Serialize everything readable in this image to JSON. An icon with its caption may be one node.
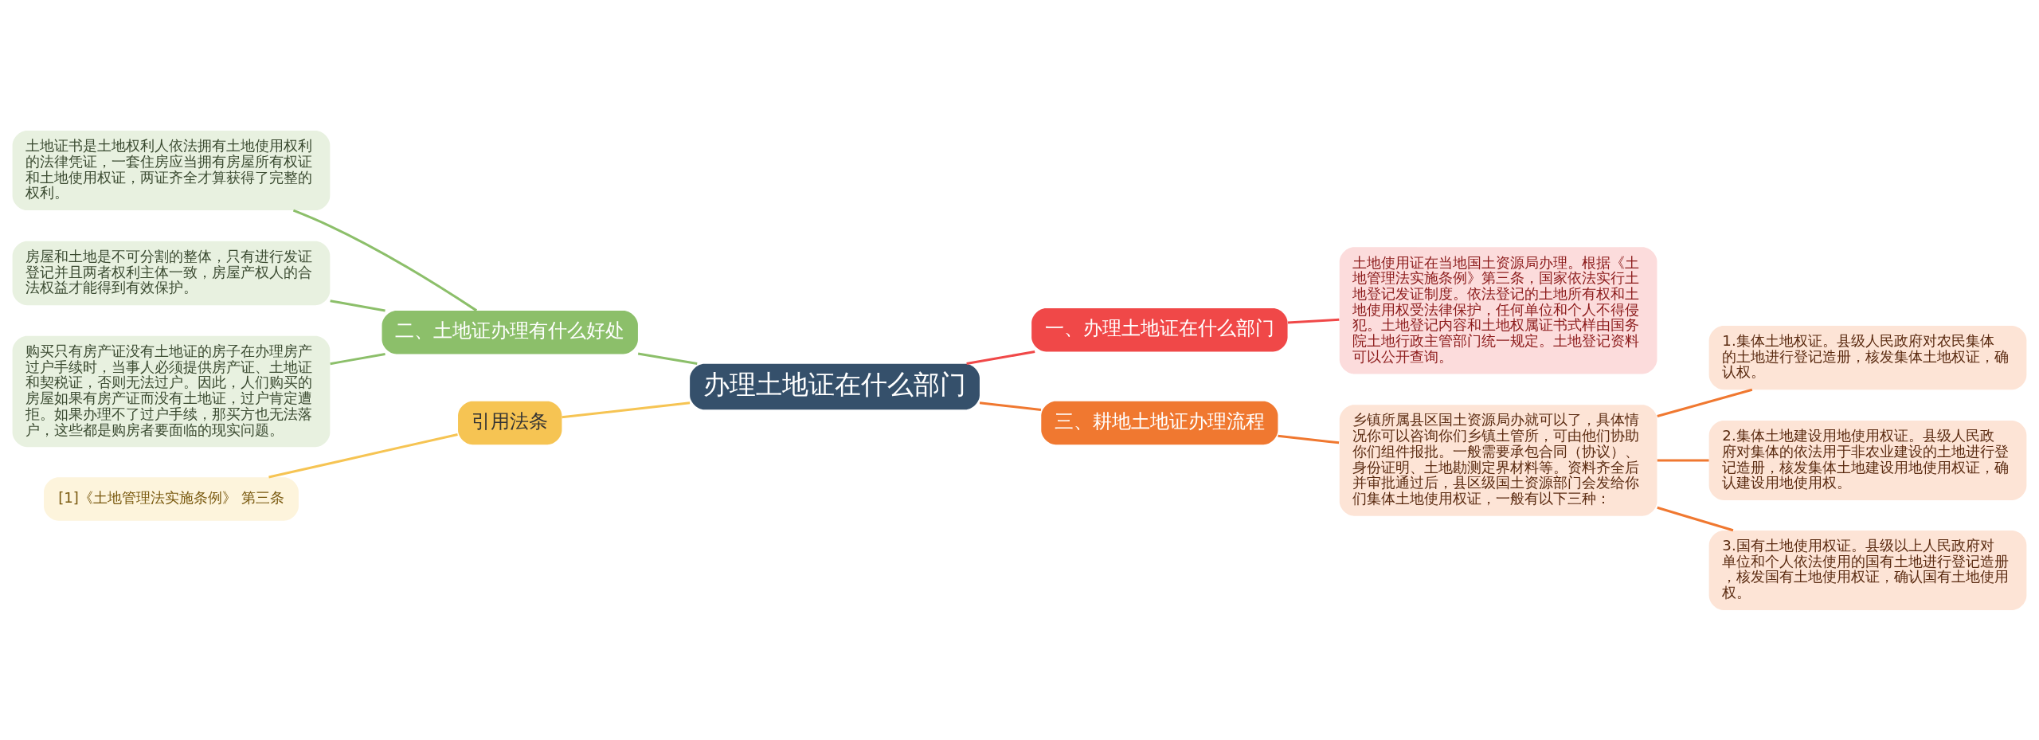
{
  "diagram": {
    "nodes": [
      {
        "text": [
          "办理土地证在什么部门"
        ]
      },
      {
        "text": [
          "一、办理土地证在什么部门"
        ]
      },
      {
        "text": [
          "土地使用证在当地国土资源局办理。根据《土地管理法实施条例》第三条，国家依法实行土地登记发证制度。依法登记的土地所有权和土地使用权受法律保护，任何单位和个人不得侵犯。土地登记内容和土地权属证书式样由国务院土地行政主管部门统一规定。土地登记资料可以公开查询。"
        ]
      },
      {
        "text": [
          "三、耕地土地证办理流程"
        ]
      },
      {
        "text": [
          "乡镇所属县区国土资源局办就可以了，具体情况你可以咨询你们乡镇土管所，可由他们协助你们组件报批。一般需要承包合同（协议）、身份证明、土地勘测定界材料等。资料齐全后并审批通过后，县区级国土资源部门会发给你们集体土地使用权证，一般有以下三种："
        ]
      },
      {
        "text": [
          "1.集体土地权证。县级人民政府对农民集体的土地进行登记造册，核发集体土地权证，确认权。"
        ]
      },
      {
        "text": [
          "2.集体土地建设用地使用权证。县级人民政府对集体的依法用于非农业建设的土地进行登记造册，核发集体土地建设用地使用权证，确认建设用地使用权。"
        ]
      },
      {
        "text": [
          "3.国有土地使用权证。县级以上人民政府对单位和个人依法使用的国有土地进行登记造册，核发国有土地使用权证，确认国有土地使用权。"
        ]
      },
      {
        "text": [
          "二、土地证办理有什么好处"
        ]
      },
      {
        "text": [
          "土地证书是土地权利人依法拥有土地使用权利的法律凭证，一套住房应当拥有房屋所有权证和土地使用权证，两证齐全才算获得了完整的权利。"
        ]
      },
      {
        "text": [
          "房屋和土地是不可分割的整体，只有进行发证登记并且两者权利主体一致，房屋产权人的合法权益才能得到有效保护。"
        ]
      },
      {
        "text": [
          "购买只有房产证没有土地证的房子在办理房产过户手续时，当事人必须提供房产证、土地证和契税证，否则无法过户。因此，人们购买的房屋如果有房产证而没有土地证，过户肯定遭拒。如果办理不了过户手续，那买方也无法落户，这些都是购房者要面临的现实问题。"
        ]
      },
      {
        "text": [
          "引用法条"
        ]
      },
      {
        "text": [
          "[1]《土地管理法实施条例》 第三条"
        ]
      }
    ],
    "edges": [
      {
        "from": 0,
        "to": 1,
        "arrow": "none",
        "color": "#f04848"
      },
      {
        "from": 1,
        "to": 2,
        "arrow": "none",
        "color": "#f04848"
      },
      {
        "from": 0,
        "to": 3,
        "arrow": "none"
      },
      {
        "from": 3,
        "to": 4,
        "arrow": "none"
      },
      {
        "from": 4,
        "to": 5,
        "arrow": "none"
      },
      {
        "from": 4,
        "to": 6,
        "arrow": "none"
      },
      {
        "from": 4,
        "to": 7,
        "arrow": "none"
      },
      {
        "from": 0,
        "to": 8,
        "arrow": "none",
        "color": "#8cbf6a"
      },
      {
        "from": 8,
        "to": 9,
        "arrow": "none",
        "color": "#8cbf6a"
      },
      {
        "from": 8,
        "to": 10,
        "arrow": "none",
        "color": "#8cbf6a"
      },
      {
        "from": 8,
        "to": 11,
        "arrow": "none",
        "color": "#8cbf6a"
      },
      {
        "from": 0,
        "to": 12,
        "arrow": "none",
        "color": "#f6c453"
      },
      {
        "from": 12,
        "to": 13,
        "arrow": "none",
        "color": "#f6c453"
      }
    ]
  }
}
